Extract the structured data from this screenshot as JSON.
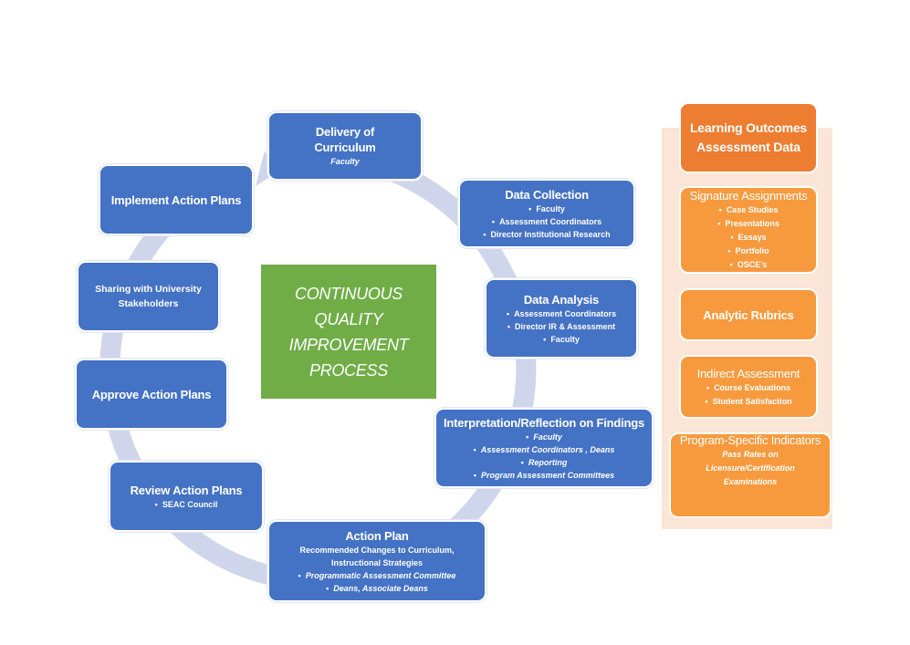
{
  "diagram": {
    "center": {
      "lines": [
        "CONTINUOUS",
        "QUALITY",
        "IMPROVEMENT",
        "PROCESS"
      ]
    },
    "cycle_steps": [
      {
        "title": "Delivery of Curriculum",
        "title_lines": [
          "Delivery of",
          "Curriculum"
        ],
        "items": [
          "Faculty"
        ],
        "items_italic": true,
        "bulleted": false
      },
      {
        "title": "Data Collection",
        "items": [
          "Faculty",
          "Assessment Coordinators",
          "Director Institutional Research"
        ],
        "items_italic": false,
        "bulleted": true
      },
      {
        "title": "Data Analysis",
        "items": [
          "Assessment Coordinators",
          "Director IR & Assessment",
          "Faculty"
        ],
        "items_italic": false,
        "bulleted": true
      },
      {
        "title": "Interpretation/Reflection on Findings",
        "items": [
          "Faculty",
          "Assessment Coordinators , Deans",
          "Reporting",
          "Program Assessment Committees"
        ],
        "items_italic": true,
        "bulleted": true
      },
      {
        "title": "Action Plan",
        "description": "Recommended Changes to Curriculum, Instructional Strategies",
        "items": [
          "Programmatic Assessment Committee",
          "Deans, Associate Deans"
        ],
        "items_italic": true,
        "bulleted": true
      },
      {
        "title": "Review Action Plans",
        "items": [
          "SEAC Council"
        ],
        "items_italic": false,
        "bulleted": true
      },
      {
        "title": "Approve Action Plans",
        "items": []
      },
      {
        "title": "Sharing with University Stakeholders",
        "title_lines": [
          "Sharing with University",
          "Stakeholders"
        ],
        "items": []
      },
      {
        "title": "Implement Action Plans",
        "items": []
      }
    ],
    "side_panel": {
      "header": {
        "lines": [
          "Learning Outcomes",
          "Assessment Data"
        ]
      },
      "boxes": [
        {
          "title": "Signature Assignments",
          "items": [
            "Case Studies",
            "Presentations",
            "Essays",
            "Portfolio",
            "OSCE’s"
          ]
        },
        {
          "title": "Analytic Rubrics",
          "items": []
        },
        {
          "title": "Indirect Assessment",
          "items": [
            "Course Evaluations",
            "Student Satisfaction"
          ]
        },
        {
          "title": "Program-Specific Indicators",
          "italic_lines": [
            "Pass Rates on",
            "Licensure/Certification",
            "Examinations"
          ]
        }
      ]
    },
    "colors": {
      "step_box": "#4472c4",
      "center_box": "#70ad47",
      "ring": "#cfd5ea",
      "panel_bg": "#fbe5d6",
      "orange_header": "#ed7d31",
      "orange_box": "#f79a3e"
    }
  }
}
